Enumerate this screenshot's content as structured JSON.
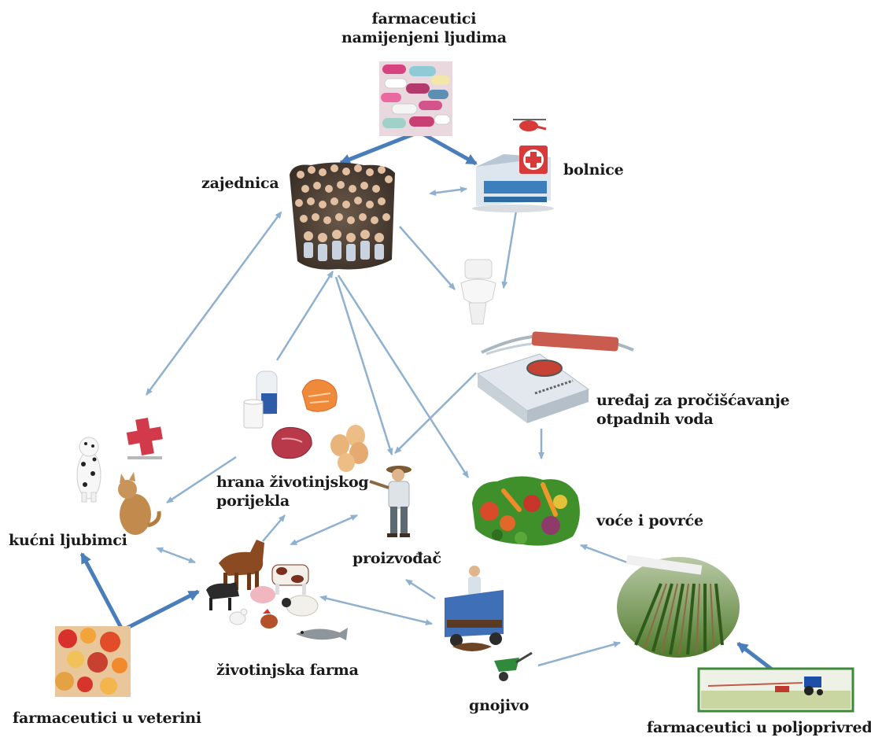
{
  "nodes": {
    "human_pharma": {
      "line1": "farmaceutici",
      "line2": "namijenjeni ljudima",
      "icon": "pills-icon"
    },
    "community": {
      "label": "zajednica",
      "icon": "crowd-icon"
    },
    "hospitals": {
      "label": "bolnice",
      "icon": "hospital-icon"
    },
    "toilet": {
      "icon": "toilet-icon"
    },
    "wastewater": {
      "line1": "uređaj za pročišćavanje",
      "line2": "otpadnih voda",
      "icon": "wastewater-plant-icon"
    },
    "animal_food": {
      "line1": "hrana životinjskog",
      "line2": "porijekla",
      "icon": "animal-food-icon"
    },
    "producer": {
      "label": "proizvođač",
      "icon": "farmer-icon"
    },
    "fruit_veg": {
      "label": "voće i povrće",
      "icon": "vegetables-icon"
    },
    "pets": {
      "label": "kućni ljubimci",
      "icon": "pets-icon"
    },
    "vet_clinic": {
      "icon": "veterinary-clinic-icon"
    },
    "animal_farm": {
      "label": "životinjska farma",
      "icon": "farm-animals-icon"
    },
    "vet_pharma": {
      "label": "farmaceutici u veterini",
      "icon": "vet-pills-icon"
    },
    "manure": {
      "label": "gnojivo",
      "icon": "manure-icon"
    },
    "field": {
      "icon": "crop-field-icon"
    },
    "agri_pharma": {
      "label": "farmaceutici u poljoprivredi",
      "icon": "tractor-spraying-icon"
    }
  },
  "colors": {
    "thin_arrow": "#8fb0cf",
    "thick_arrow": "#4a7ebb",
    "text": "#1a1a1a"
  }
}
